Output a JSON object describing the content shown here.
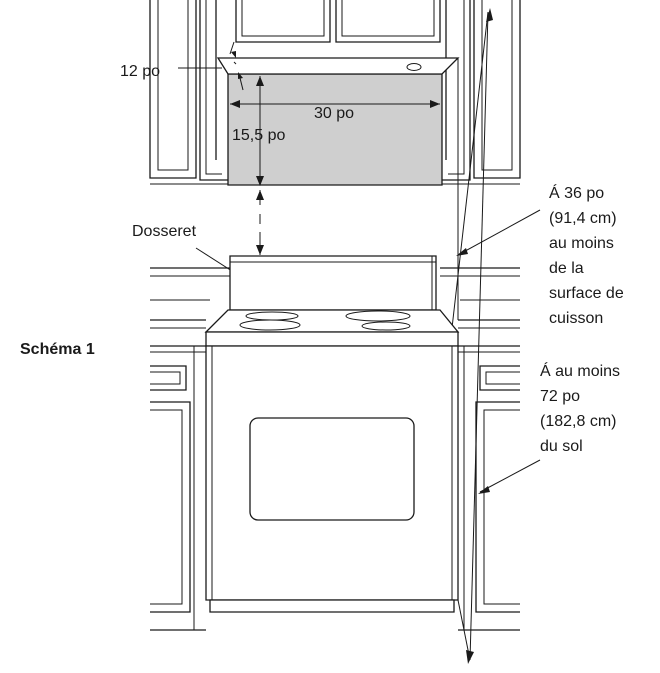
{
  "figure_label": "Schéma 1",
  "labels": {
    "depth": "12 po",
    "width": "30 po",
    "hood_clearance": "15,5 po",
    "backsplash": "Dosseret",
    "cooktop_clearance": [
      "Á 36 po",
      "(91,4 cm)",
      "au moins",
      "de la",
      "surface de",
      "cuisson"
    ],
    "floor_clearance": [
      "Á au moins",
      "72 po",
      "(182,8 cm)",
      "du sol"
    ]
  },
  "colors": {
    "line": "#1a1a1a",
    "cabinet_fill": "#cfcfcf",
    "background": "#ffffff"
  }
}
